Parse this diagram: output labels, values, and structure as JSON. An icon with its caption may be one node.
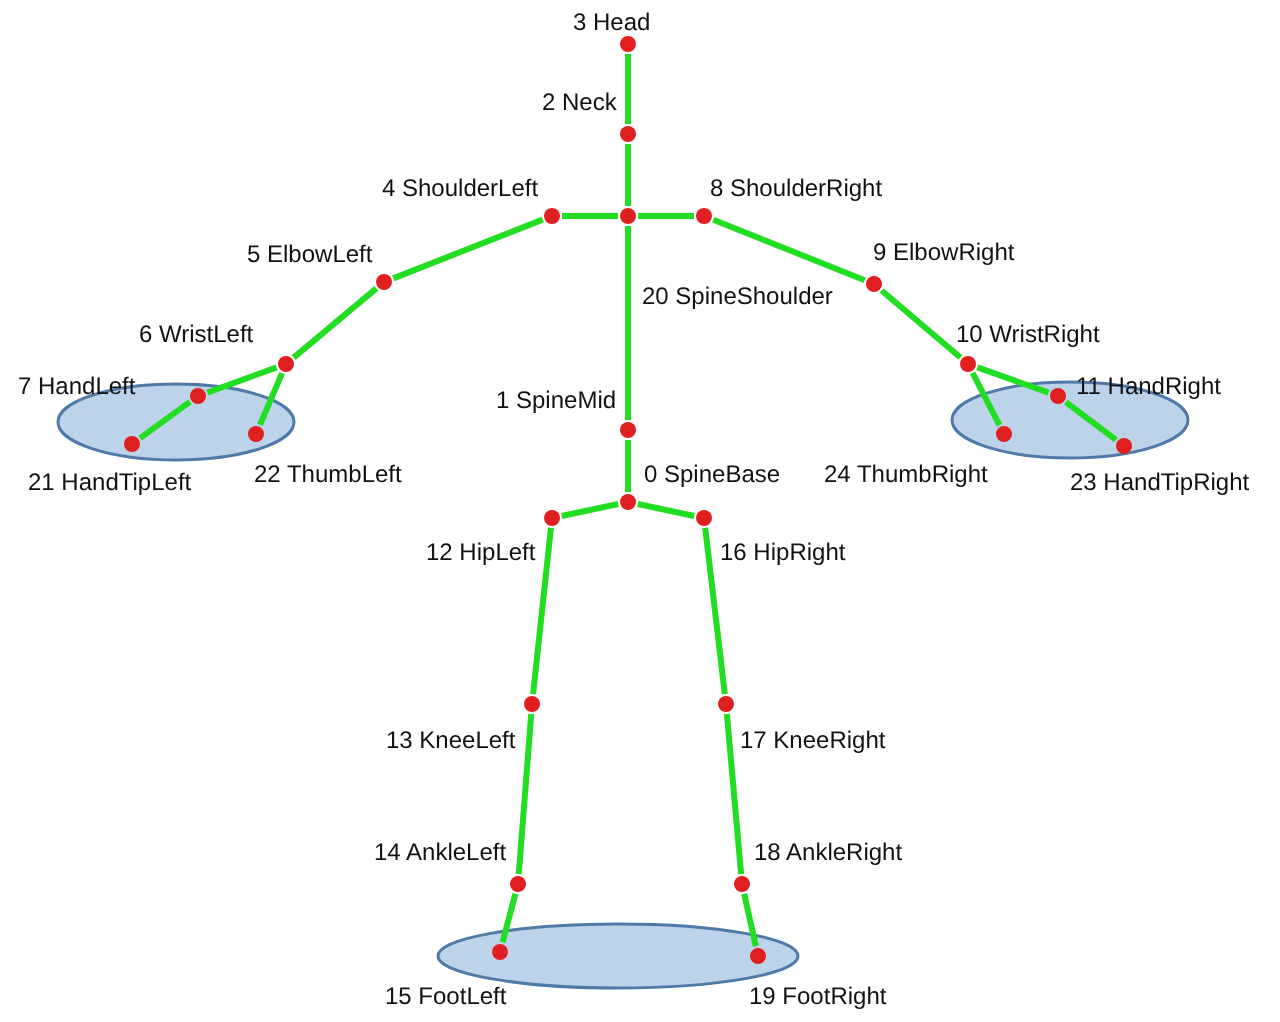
{
  "diagram": {
    "nodes": [
      {
        "text": [
          "3 Head"
        ]
      },
      {
        "text": [
          "2 Neck"
        ]
      },
      {
        "text": [
          "4 ShoulderLeft"
        ]
      },
      {
        "text": [
          "8 ShoulderRight"
        ]
      },
      {
        "text": [
          "20 SpineShoulder"
        ]
      },
      {
        "text": [
          "5 ElbowLeft"
        ]
      },
      {
        "text": [
          "9 ElbowRight"
        ]
      },
      {
        "text": [
          "6 WristLeft"
        ]
      },
      {
        "text": [
          "10 WristRight"
        ]
      },
      {
        "text": [
          "7 HandLeft"
        ]
      },
      {
        "text": [
          "11 HandRight"
        ]
      },
      {
        "text": [
          "1 SpineMid"
        ]
      },
      {
        "text": [
          "21 HandTipLeft"
        ]
      },
      {
        "text": [
          "22 ThumbLeft"
        ]
      },
      {
        "text": [
          "24 ThumbRight"
        ]
      },
      {
        "text": [
          "23 HandTipRight"
        ]
      },
      {
        "text": [
          "0 SpineBase"
        ]
      },
      {
        "text": [
          "12 HipLeft"
        ]
      },
      {
        "text": [
          "16 HipRight"
        ]
      },
      {
        "text": [
          "13 KneeLeft"
        ]
      },
      {
        "text": [
          "17 KneeRight"
        ]
      },
      {
        "text": [
          "14 AnkleLeft"
        ]
      },
      {
        "text": [
          "18 AnkleRight"
        ]
      },
      {
        "text": [
          "15 FootLeft"
        ]
      },
      {
        "text": [
          "19 FootRight"
        ]
      }
    ],
    "edges": [
      {
        "from": 0,
        "to": 1,
        "arrow": "none"
      },
      {
        "from": 1,
        "to": 4,
        "arrow": "none"
      },
      {
        "from": 4,
        "to": 2,
        "arrow": "none"
      },
      {
        "from": 2,
        "to": 5,
        "arrow": "none"
      },
      {
        "from": 5,
        "to": 7,
        "arrow": "none"
      },
      {
        "from": 7,
        "to": 9,
        "arrow": "none"
      },
      {
        "from": 9,
        "to": 12,
        "arrow": "none"
      },
      {
        "from": 7,
        "to": 13,
        "arrow": "none"
      },
      {
        "from": 4,
        "to": 3,
        "arrow": "none"
      },
      {
        "from": 3,
        "to": 6,
        "arrow": "none"
      },
      {
        "from": 6,
        "to": 8,
        "arrow": "none"
      },
      {
        "from": 8,
        "to": 10,
        "arrow": "none"
      },
      {
        "from": 10,
        "to": 15,
        "arrow": "none"
      },
      {
        "from": 8,
        "to": 14,
        "arrow": "none"
      },
      {
        "from": 4,
        "to": 11,
        "arrow": "none"
      },
      {
        "from": 11,
        "to": 16,
        "arrow": "none"
      },
      {
        "from": 16,
        "to": 17,
        "arrow": "none"
      },
      {
        "from": 17,
        "to": 19,
        "arrow": "none"
      },
      {
        "from": 19,
        "to": 21,
        "arrow": "none"
      },
      {
        "from": 21,
        "to": 23,
        "arrow": "none"
      },
      {
        "from": 16,
        "to": 18,
        "arrow": "none"
      },
      {
        "from": 18,
        "to": 20,
        "arrow": "none"
      },
      {
        "from": 20,
        "to": 22,
        "arrow": "none"
      },
      {
        "from": 22,
        "to": 24,
        "arrow": "none"
      }
    ]
  }
}
